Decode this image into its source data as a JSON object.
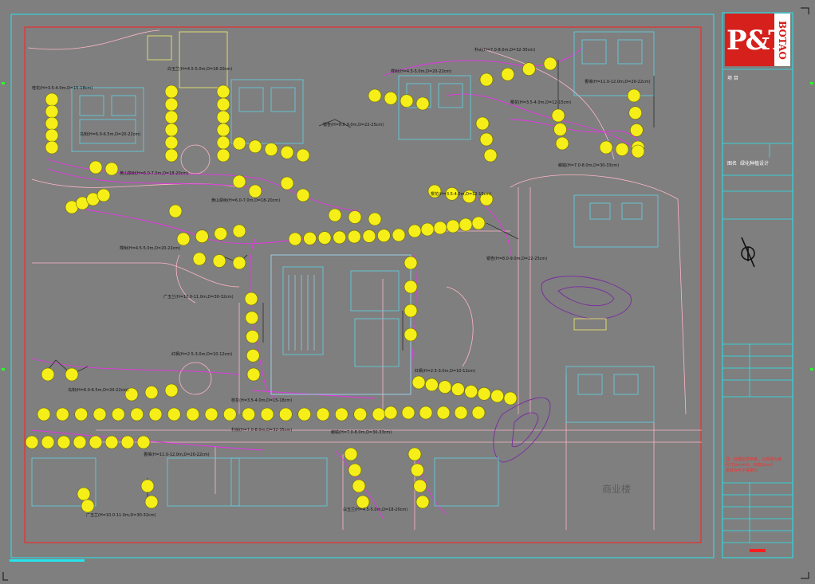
{
  "title_block": {
    "logo_letters": "P&T",
    "logo_vertical": "BOTAO",
    "row1_label": "项 目",
    "row2_label": "图名",
    "row2_value": "绿化种植设计",
    "note_lines": [
      "注：此图仅供参考，以现场为准",
      "尺寸以mm计，标高以m计",
      "未经许可不得复印"
    ],
    "building_label": "商业楼"
  },
  "plant_labels": [
    "朴树(H=7.0-8.0m,D=32-35cm)",
    "榉树(H=4.5-5.0m,D=20-22cm)",
    "香樟(H=11.0-12.0m,D=20-22cm)",
    "白玉兰(H=4.5-5.0m,D=18-20cm)",
    "桂花(H=3.5-4.0m,D=15-18cm)",
    "樱花(H=3.5-4.0m,D=12-15cm)",
    "银杏(H=8.0-9.0m,D=22-25cm)",
    "乌桕(H=6.0-6.5m,D=20-22cm)",
    "榔榆(H=7.0-8.0m,D=30-33cm)",
    "黄山栾树(H=6.0-7.0m,D=18-20cm)",
    "广玉兰(H=10.0-11.0m,D=30-32cm)",
    "红枫(H=2.5-3.0m,D=10-12cm)"
  ]
}
